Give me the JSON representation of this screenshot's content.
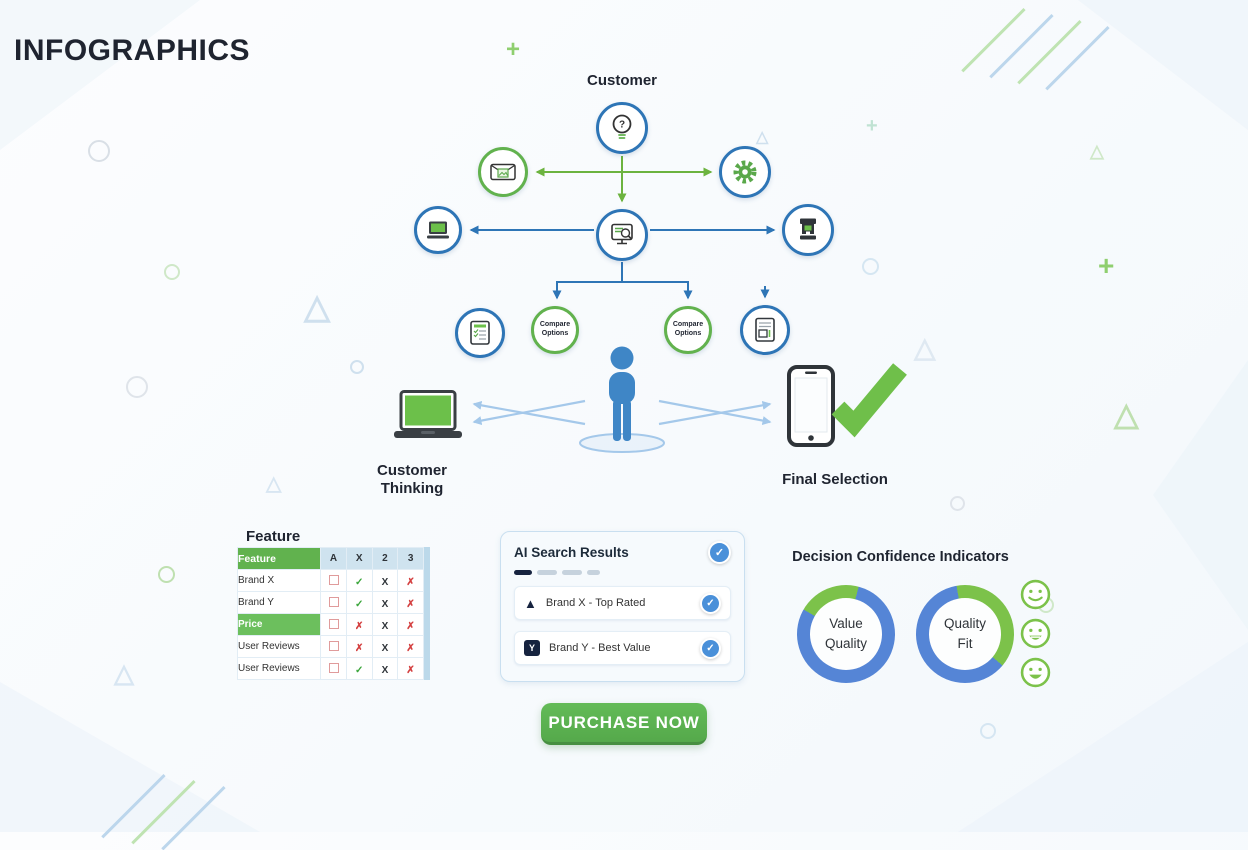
{
  "page": {
    "title": "INFOGRAPHICS"
  },
  "flow": {
    "customer_label": "Customer",
    "compare_left": {
      "line1": "Compare",
      "line2": "Options"
    },
    "compare_right": {
      "line1": "Compare",
      "line2": "Options"
    },
    "customer_thinking_label": "Customer Thinking",
    "final_selection_label": "Final Selection"
  },
  "feature_table": {
    "title": "Feature",
    "header": [
      "Feature",
      "A",
      "X",
      "2",
      "3"
    ],
    "rows": [
      {
        "label": "Brand X",
        "cells": [
          {
            "sym": "",
            "cls": "sym-box"
          },
          {
            "sym": "✓",
            "cls": "sym-green"
          },
          {
            "sym": "X",
            "cls": "sym-dark"
          },
          {
            "sym": "✗",
            "cls": "sym-red"
          }
        ]
      },
      {
        "label": "Brand Y",
        "cells": [
          {
            "sym": "",
            "cls": "sym-box"
          },
          {
            "sym": "✓",
            "cls": "sym-green"
          },
          {
            "sym": "X",
            "cls": "sym-dark"
          },
          {
            "sym": "✗",
            "cls": "sym-red"
          }
        ]
      },
      {
        "label": "Price",
        "cells": [
          {
            "sym": "",
            "cls": "sym-box"
          },
          {
            "sym": "✗",
            "cls": "sym-red"
          },
          {
            "sym": "X",
            "cls": "sym-dark"
          },
          {
            "sym": "✗",
            "cls": "sym-red"
          }
        ]
      },
      {
        "label": "User Reviews",
        "cells": [
          {
            "sym": "",
            "cls": "sym-box"
          },
          {
            "sym": "✗",
            "cls": "sym-red"
          },
          {
            "sym": "X",
            "cls": "sym-dark"
          },
          {
            "sym": "✗",
            "cls": "sym-red"
          }
        ]
      },
      {
        "label": "User Reviews",
        "cells": [
          {
            "sym": "",
            "cls": "sym-box"
          },
          {
            "sym": "✓",
            "cls": "sym-green"
          },
          {
            "sym": "X",
            "cls": "sym-dark"
          },
          {
            "sym": "✗",
            "cls": "sym-red"
          }
        ]
      }
    ]
  },
  "ai_search": {
    "title": "AI Search Results",
    "check_glyph": "✓",
    "results": [
      {
        "logo": "▲",
        "label": "Brand X - Top Rated"
      },
      {
        "logo": "Y",
        "label": "Brand Y - Best Value"
      }
    ]
  },
  "confidence": {
    "title": "Decision Confidence Indicators",
    "donuts": [
      {
        "line1": "Value",
        "line2": "Quality",
        "green_pct": 21,
        "blue_pct": 79
      },
      {
        "line1": "Quality",
        "line2": "Fit",
        "green_pct": 39,
        "blue_pct": 61
      }
    ],
    "smiley_count": 3
  },
  "cta": {
    "label": "PURCHASE NOW"
  },
  "icons": {
    "customer": "lightbulb-question",
    "channel_left": "email-photo",
    "channel_right": "gear",
    "device_left": "laptop",
    "center": "product-search-doc",
    "device_right": "coffee-machine",
    "doc_left": "checklist-document",
    "doc_right": "report-document",
    "person": "person-figure",
    "thinking_device": "laptop-green-screen",
    "selection_device": "smartphone",
    "selection_mark": "green-checkmark",
    "result_check": "check-circle",
    "smiley": "smiley-face"
  },
  "colors": {
    "accent_green": "#6cb33f",
    "accent_blue": "#2e75b6",
    "light_blue_arrow": "#a4c8ea",
    "table_header_green": "#61b24e",
    "check_badge_blue": "#4a90d9",
    "button_green": "#5cb85c",
    "donut_blue": "#5585d6",
    "donut_green": "#7cc24a",
    "red_mark": "#d43f3f"
  }
}
